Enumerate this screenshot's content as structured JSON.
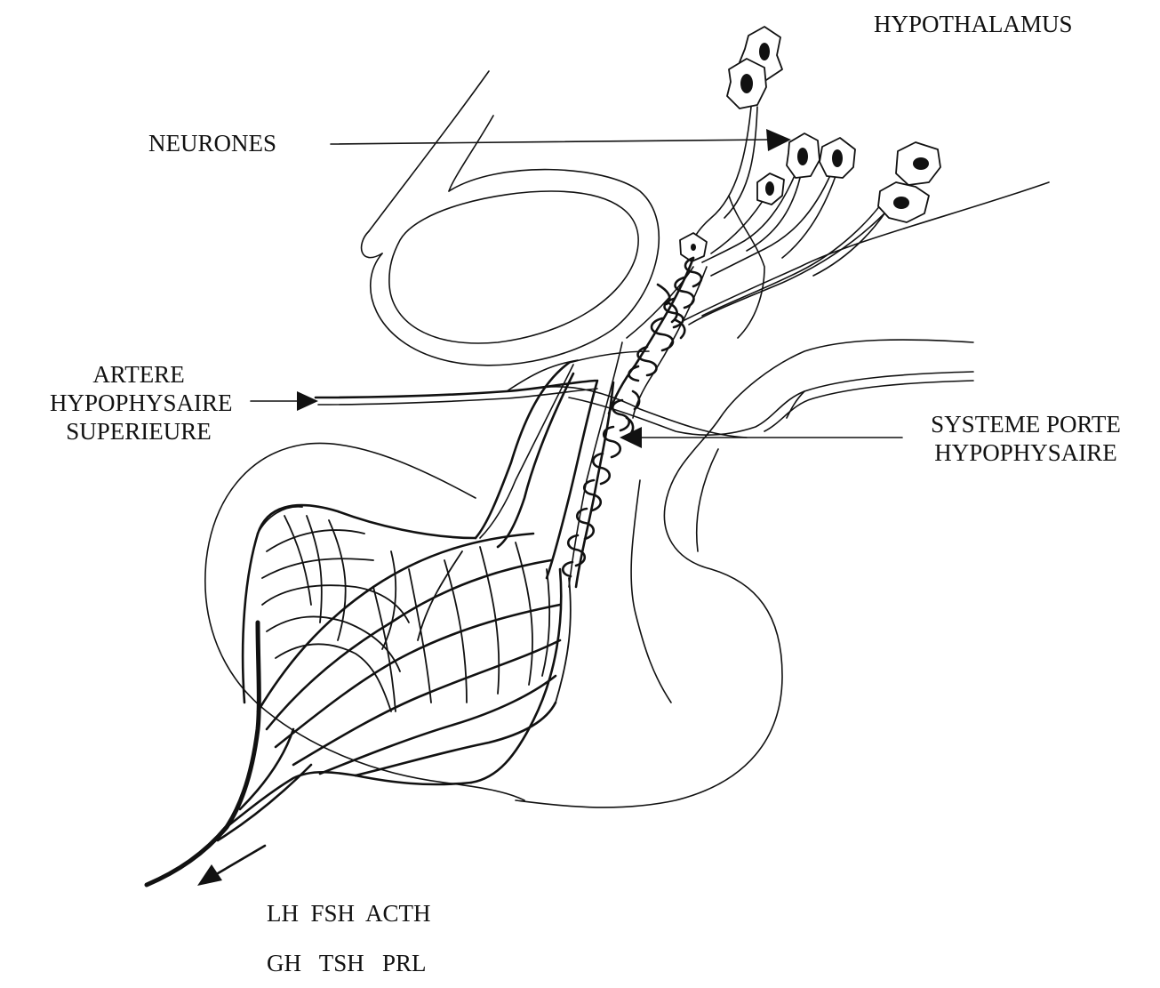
{
  "labels": {
    "hypothalamus": "HYPOTHALAMUS",
    "neurones": "NEURONES",
    "artere_line1": "ARTERE",
    "artere_line2": "HYPOPHYSAIRE",
    "artere_line3": "SUPERIEURE",
    "systeme_line1": "SYSTEME PORTE",
    "systeme_line2": "HYPOPHYSAIRE",
    "hormones_line1": "LH  FSH  ACTH",
    "hormones_line2": "GH   TSH   PRL"
  },
  "colors": {
    "ink": "#111111",
    "background": "#ffffff"
  }
}
